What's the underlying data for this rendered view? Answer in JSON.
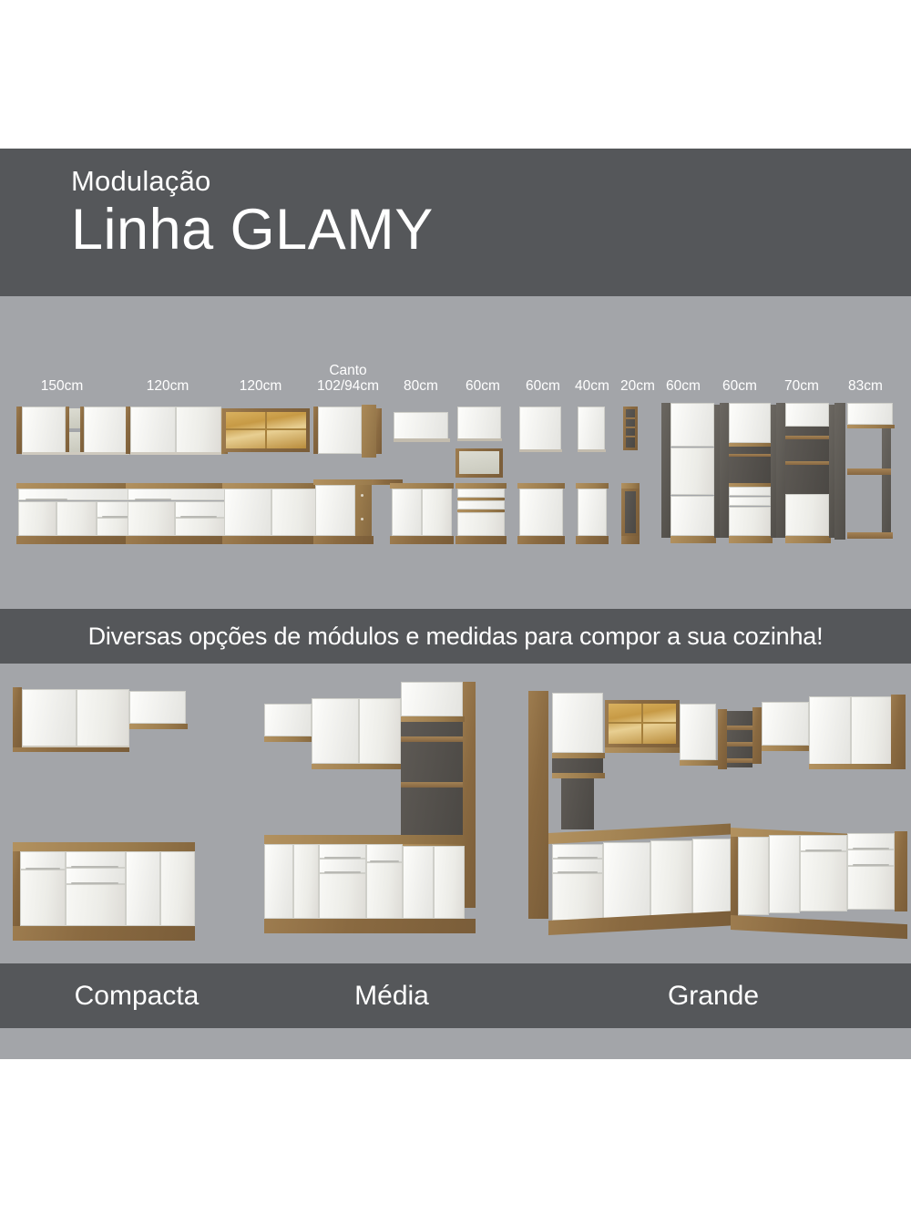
{
  "theme": {
    "dark_band": "#55575a",
    "light_band": "#a3a5a9",
    "page_bg": "#ffffff",
    "text_on_dark": "#ffffff",
    "wood": "#8a6a41",
    "door_white": "#f2f2ef",
    "glass_amber": "#c79a45"
  },
  "header": {
    "eyebrow": "Modulação",
    "title": "Linha GLAMY"
  },
  "modules_section": {
    "items": [
      {
        "label": "150cm",
        "sub": ""
      },
      {
        "label": "120cm",
        "sub": ""
      },
      {
        "label": "120cm",
        "sub": ""
      },
      {
        "label": "102/94cm",
        "sub": "Canto"
      },
      {
        "label": "80cm",
        "sub": ""
      },
      {
        "label": "60cm",
        "sub": ""
      },
      {
        "label": "60cm",
        "sub": ""
      },
      {
        "label": "40cm",
        "sub": ""
      },
      {
        "label": "20cm",
        "sub": ""
      },
      {
        "label": "60cm",
        "sub": ""
      },
      {
        "label": "60cm",
        "sub": ""
      },
      {
        "label": "70cm",
        "sub": ""
      },
      {
        "label": "83cm",
        "sub": ""
      }
    ]
  },
  "banner": {
    "text": "Diversas opções de módulos e medidas para compor a sua cozinha!"
  },
  "kitchens": {
    "items": [
      {
        "name": "Compacta"
      },
      {
        "name": "Média"
      },
      {
        "name": "Grande"
      }
    ]
  }
}
